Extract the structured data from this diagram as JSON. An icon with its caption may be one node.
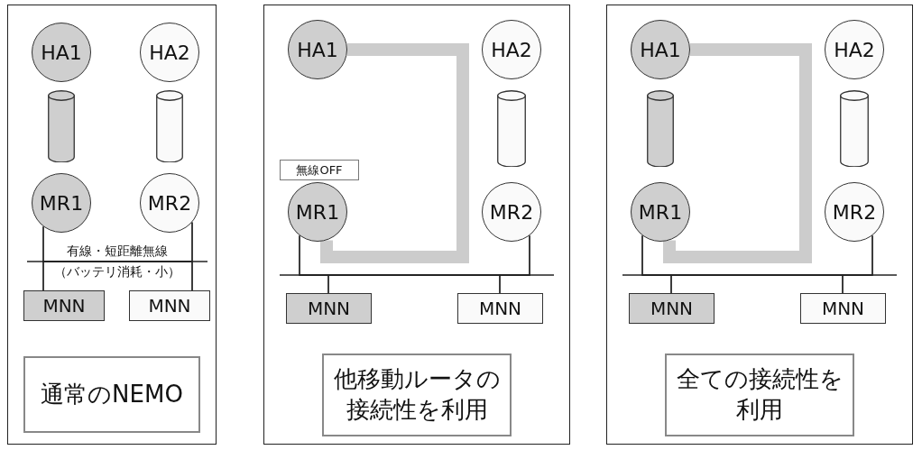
{
  "diagram": {
    "nodes": [
      {
        "text": [
          "HA1"
        ]
      },
      {
        "text": [
          "HA2"
        ]
      },
      {
        "text": [],
        "shape": "cylinder"
      },
      {
        "text": [],
        "shape": "cylinder"
      },
      {
        "text": [
          "MR1"
        ]
      },
      {
        "text": [
          "MR2"
        ]
      },
      {
        "text": [
          "MNN"
        ]
      },
      {
        "text": [
          "MNN"
        ]
      },
      {
        "text": [
          "通常のNEMO"
        ]
      },
      {
        "text": [
          "HA1"
        ]
      },
      {
        "text": [
          "HA2"
        ]
      },
      {
        "text": [],
        "shape": "cylinder"
      },
      {
        "text": [
          "無線OFF"
        ]
      },
      {
        "text": [
          "MR1"
        ]
      },
      {
        "text": [
          "MR2"
        ]
      },
      {
        "text": [
          "MNN"
        ]
      },
      {
        "text": [
          "MNN"
        ]
      },
      {
        "text": [
          "他移動ルータの接続性を利用"
        ]
      },
      {
        "text": [
          "HA1"
        ]
      },
      {
        "text": [
          "HA2"
        ]
      },
      {
        "text": [],
        "shape": "cylinder"
      },
      {
        "text": [],
        "shape": "cylinder"
      },
      {
        "text": [
          "MR1"
        ]
      },
      {
        "text": [
          "MR2"
        ]
      },
      {
        "text": [
          "MNN"
        ]
      },
      {
        "text": [
          "MNN"
        ]
      },
      {
        "text": [
          "全ての接続性を利用"
        ]
      }
    ],
    "edges": [
      {
        "from": 4,
        "to": 6,
        "arrow": "none"
      },
      {
        "from": 4,
        "to": 7,
        "arrow": "none"
      },
      {
        "from": 5,
        "to": 6,
        "arrow": "none"
      },
      {
        "from": 5,
        "to": 7,
        "arrow": "none"
      },
      {
        "from": 9,
        "to": 13,
        "arrow": "none",
        "style": "thick",
        "color": "#cccccc"
      },
      {
        "from": 13,
        "to": 15,
        "arrow": "none"
      },
      {
        "from": 13,
        "to": 16,
        "arrow": "none"
      },
      {
        "from": 14,
        "to": 15,
        "arrow": "none"
      },
      {
        "from": 14,
        "to": 16,
        "arrow": "none"
      },
      {
        "from": 18,
        "to": 22,
        "arrow": "none",
        "style": "thick",
        "color": "#cccccc"
      },
      {
        "from": 22,
        "to": 24,
        "arrow": "none"
      },
      {
        "from": 22,
        "to": 25,
        "arrow": "none"
      },
      {
        "from": 23,
        "to": 24,
        "arrow": "none"
      },
      {
        "from": 23,
        "to": 25,
        "arrow": "none"
      }
    ],
    "labels": [
      "有線・短距離無線",
      "（バッテリ消耗・小）"
    ]
  }
}
